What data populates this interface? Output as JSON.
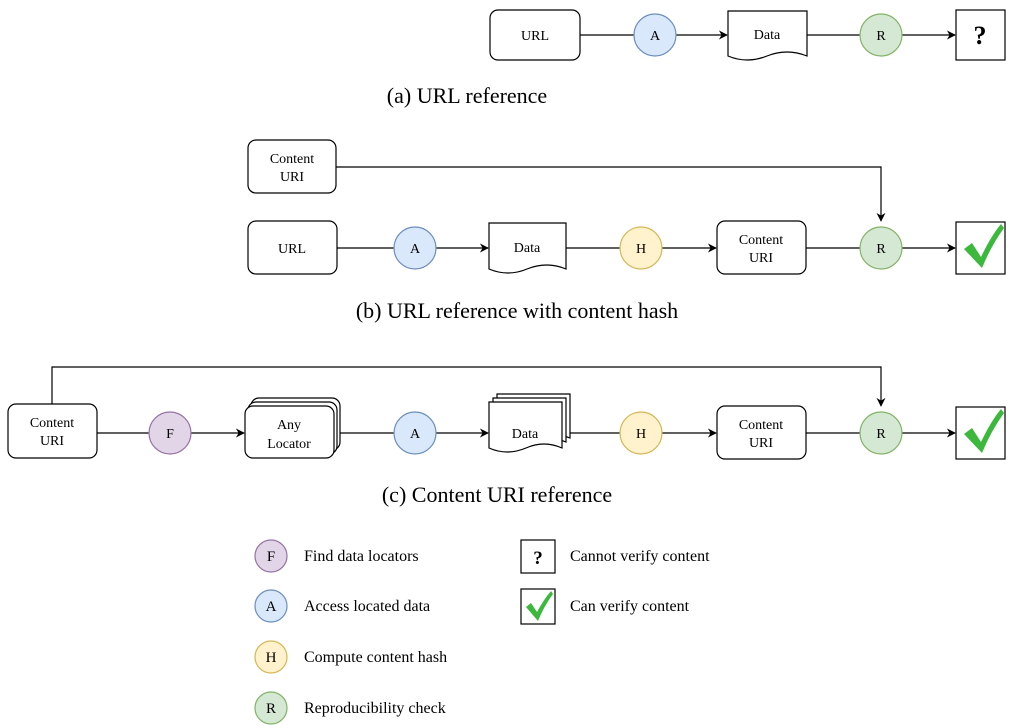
{
  "colors": {
    "F": {
      "fill": "#e1d5e7",
      "stroke": "#9673a6"
    },
    "A": {
      "fill": "#dae8fc",
      "stroke": "#6c8ebf"
    },
    "H": {
      "fill": "#fff2cc",
      "stroke": "#d6b656"
    },
    "R": {
      "fill": "#d5e8d4",
      "stroke": "#82b366"
    },
    "check": "#3cb83c"
  },
  "panel_a": {
    "url": "URL",
    "access": "A",
    "data": "Data",
    "repro": "R",
    "result": "?",
    "caption": "(a) URL reference"
  },
  "panel_b": {
    "content_uri_top": [
      "Content",
      "URI"
    ],
    "url": "URL",
    "access": "A",
    "data": "Data",
    "hash": "H",
    "content_uri": [
      "Content",
      "URI"
    ],
    "repro": "R",
    "caption": "(b) URL reference with content hash"
  },
  "panel_c": {
    "content_uri_start": [
      "Content",
      "URI"
    ],
    "find": "F",
    "locator": [
      "Any",
      "Locator"
    ],
    "access": "A",
    "data": "Data",
    "hash": "H",
    "content_uri_end": [
      "Content",
      "URI"
    ],
    "repro": "R",
    "caption": "(c) Content URI reference"
  },
  "legend": {
    "items": [
      {
        "letter": "F",
        "text": "Find data locators"
      },
      {
        "letter": "A",
        "text": "Access located data"
      },
      {
        "letter": "H",
        "text": "Compute content hash"
      },
      {
        "letter": "R",
        "text": "Reproducibility check"
      }
    ],
    "symbols": [
      {
        "symbol": "?",
        "text": "Cannot verify content"
      },
      {
        "symbol": "check-icon",
        "text": "Can verify content"
      }
    ]
  }
}
